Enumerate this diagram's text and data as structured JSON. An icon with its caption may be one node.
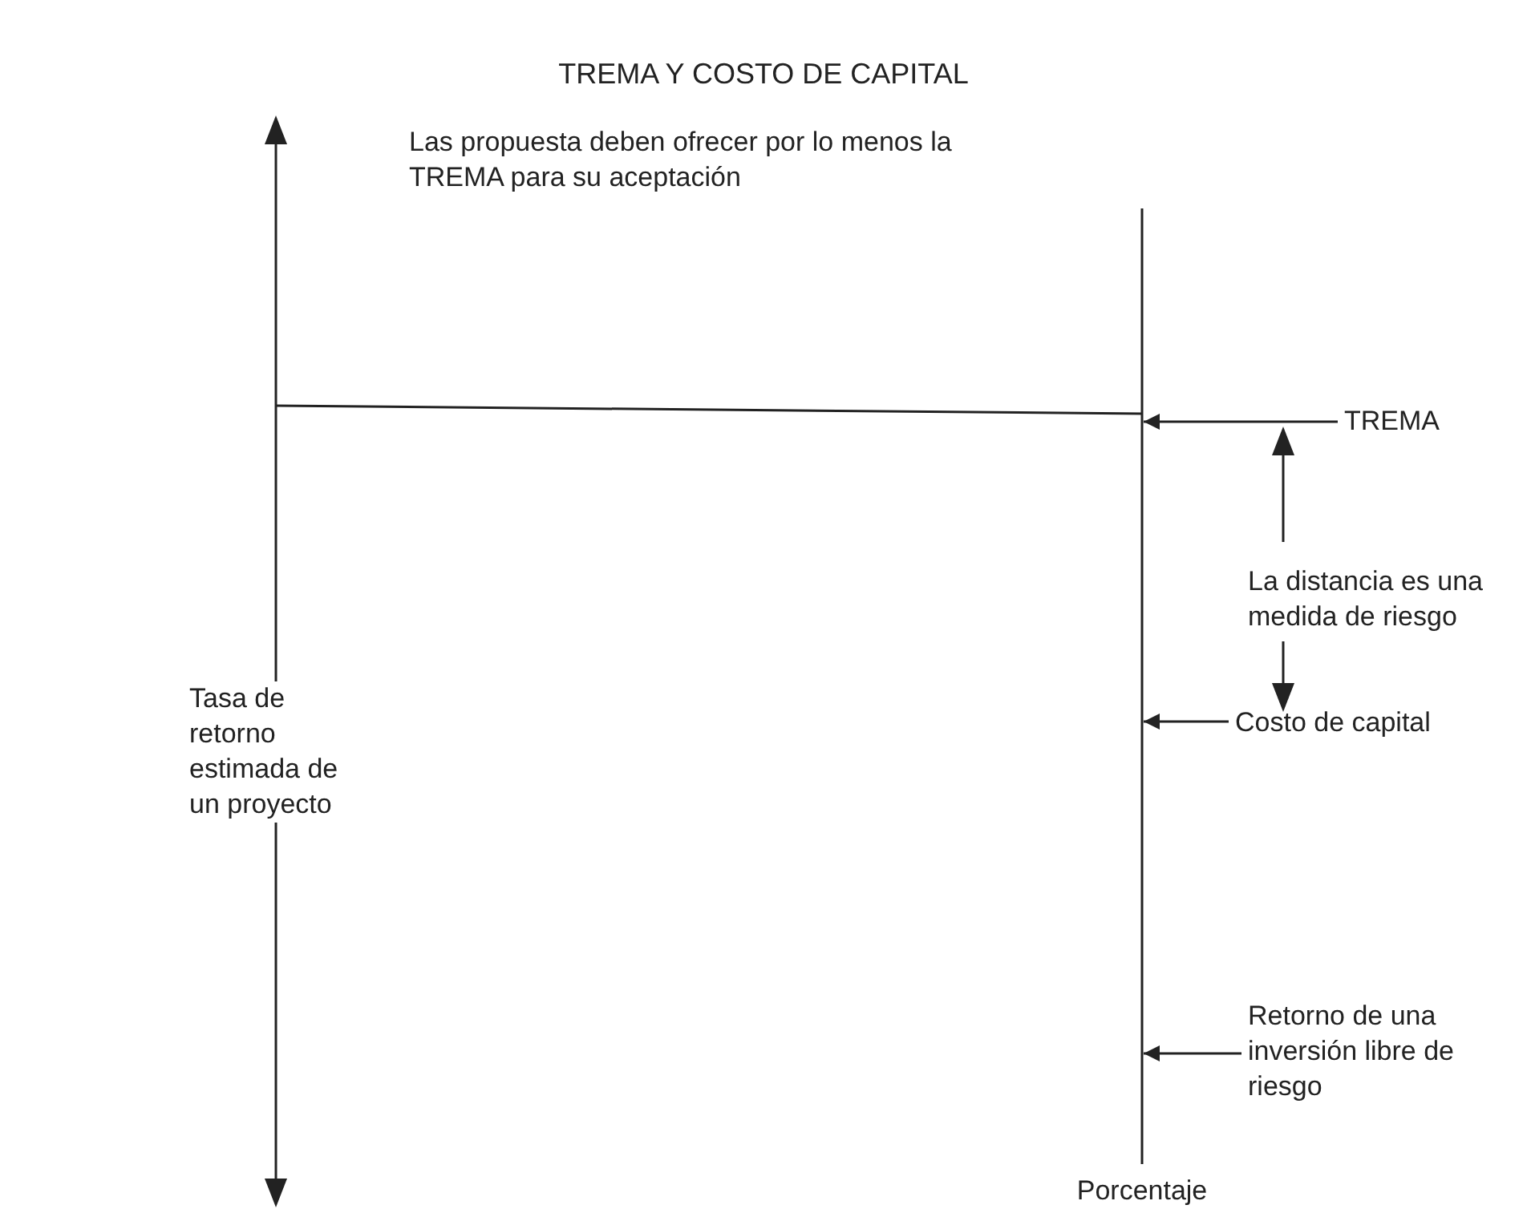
{
  "diagram": {
    "title": "TREMA Y COSTO DE CAPITAL",
    "nodes": [
      {
        "text": [
          "TREMA"
        ]
      },
      {
        "text": [
          "Costo de capital"
        ]
      },
      {
        "text": [
          "Retorno de una inversión libre de riesgo"
        ]
      }
    ],
    "edges": [
      {
        "from": 0,
        "to": null,
        "arrow": "to"
      },
      {
        "from": 1,
        "to": null,
        "arrow": "to"
      },
      {
        "from": 2,
        "to": null,
        "arrow": "to"
      }
    ],
    "labels": [
      "Las propuesta deben ofrecer por lo menos la TREMA para su aceptación",
      "Tasa de retorno estimada de un proyecto",
      "La distancia es una medida de riesgo",
      "Porcentaje"
    ]
  }
}
